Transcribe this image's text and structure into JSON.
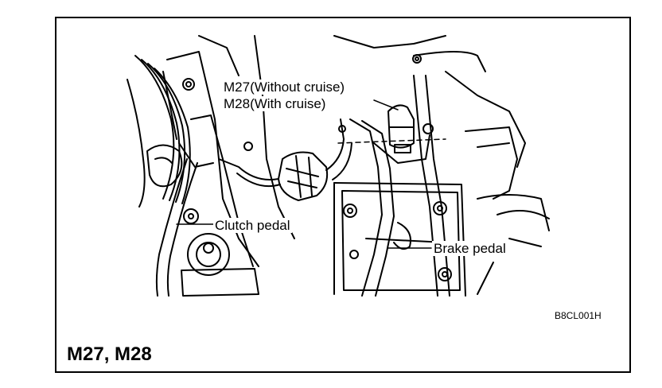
{
  "labels": {
    "m27": "M27(Without cruise)",
    "m28": "M28(With cruise)",
    "clutch": "Clutch pedal",
    "brake": "Brake pedal"
  },
  "figure_code": "B8CL001H",
  "figure_title": "M27, M28"
}
